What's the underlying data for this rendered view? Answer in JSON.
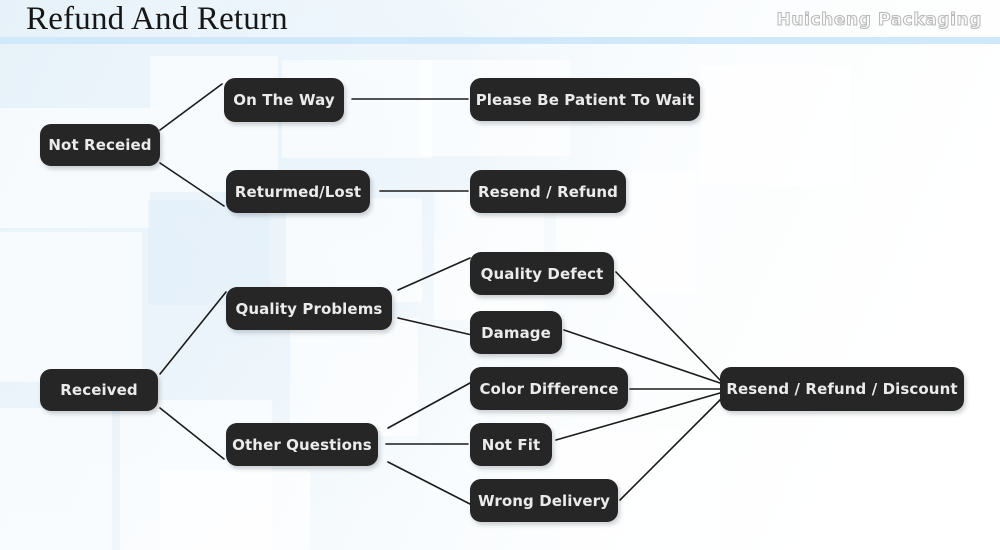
{
  "header": {
    "title": "Refund And Return",
    "brand": "Huicheng Packaging",
    "rule_color": "#cfe9fa"
  },
  "theme": {
    "node_bg": "#262626",
    "node_text": "#ebebeb",
    "edge_color": "#1b1b1b",
    "background": "#f2f8fc"
  },
  "diagram": {
    "type": "tree",
    "nodes": {
      "not_received": "Not Receied",
      "on_the_way": "On The Way",
      "returned_lost": "Returmed/Lost",
      "please_wait": "Please Be Patient To Wait",
      "resend_refund": "Resend / Refund",
      "received": "Received",
      "quality_problems": "Quality Problems",
      "other_questions": "Other Questions",
      "quality_defect": "Quality Defect",
      "damage": "Damage",
      "color_difference": "Color Difference",
      "not_fit": "Not Fit",
      "wrong_delivery": "Wrong Delivery",
      "resend_refund_discount": "Resend / Refund / Discount"
    },
    "edges": [
      [
        "not_received",
        "on_the_way"
      ],
      [
        "not_received",
        "returned_lost"
      ],
      [
        "on_the_way",
        "please_wait"
      ],
      [
        "returned_lost",
        "resend_refund"
      ],
      [
        "received",
        "quality_problems"
      ],
      [
        "received",
        "other_questions"
      ],
      [
        "quality_problems",
        "quality_defect"
      ],
      [
        "quality_problems",
        "damage"
      ],
      [
        "other_questions",
        "color_difference"
      ],
      [
        "other_questions",
        "not_fit"
      ],
      [
        "other_questions",
        "wrong_delivery"
      ],
      [
        "quality_defect",
        "resend_refund_discount"
      ],
      [
        "damage",
        "resend_refund_discount"
      ],
      [
        "color_difference",
        "resend_refund_discount"
      ],
      [
        "not_fit",
        "resend_refund_discount"
      ],
      [
        "wrong_delivery",
        "resend_refund_discount"
      ]
    ]
  }
}
